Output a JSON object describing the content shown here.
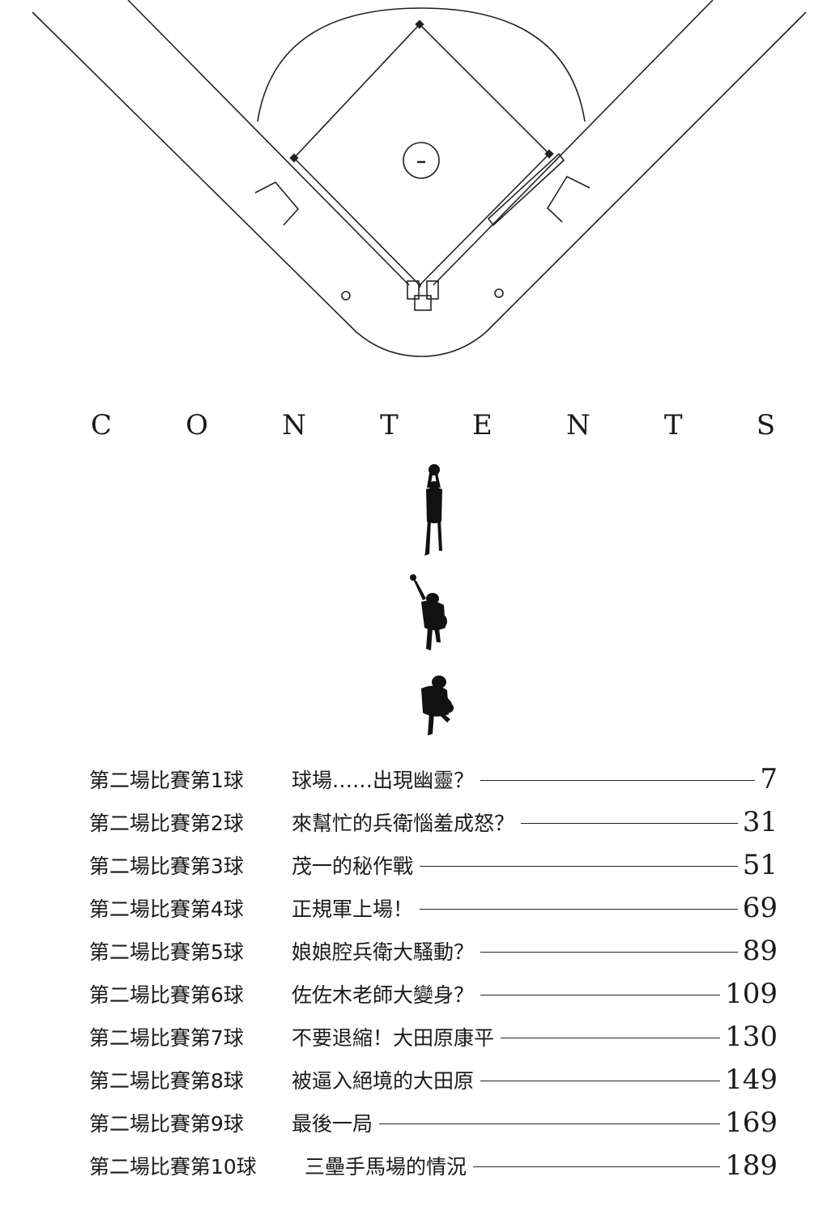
{
  "contents_heading": [
    "C",
    "O",
    "N",
    "T",
    "E",
    "N",
    "T",
    "S"
  ],
  "toc": [
    {
      "chapter": "第二場比賽第1球",
      "title": "球場……出現幽靈？",
      "page": "7"
    },
    {
      "chapter": "第二場比賽第2球",
      "title": "來幫忙的兵衛惱羞成怒？",
      "page": "31"
    },
    {
      "chapter": "第二場比賽第3球",
      "title": "茂一的秘作戰",
      "page": "51"
    },
    {
      "chapter": "第二場比賽第4球",
      "title": "正規軍上場！",
      "page": "69"
    },
    {
      "chapter": "第二場比賽第5球",
      "title": "娘娘腔兵衛大騷動？",
      "page": "89"
    },
    {
      "chapter": "第二場比賽第6球",
      "title": "佐佐木老師大變身？",
      "page": "109"
    },
    {
      "chapter": "第二場比賽第7球",
      "title": "不要退縮！大田原康平",
      "page": "130"
    },
    {
      "chapter": "第二場比賽第8球",
      "title": "被逼入絕境的大田原",
      "page": "149"
    },
    {
      "chapter": "第二場比賽第9球",
      "title": "最後一局",
      "page": "169"
    },
    {
      "chapter": "第二場比賽第10球",
      "title": "三壘手馬場的情況",
      "page": "189"
    }
  ],
  "icons": [
    "baseball-field-diagram",
    "fielder-catching-silhouette",
    "pitcher-throwing-silhouette",
    "pitcher-follow-through-silhouette"
  ],
  "colors": {
    "ink": "#1a1a1a",
    "paper": "#ffffff"
  }
}
